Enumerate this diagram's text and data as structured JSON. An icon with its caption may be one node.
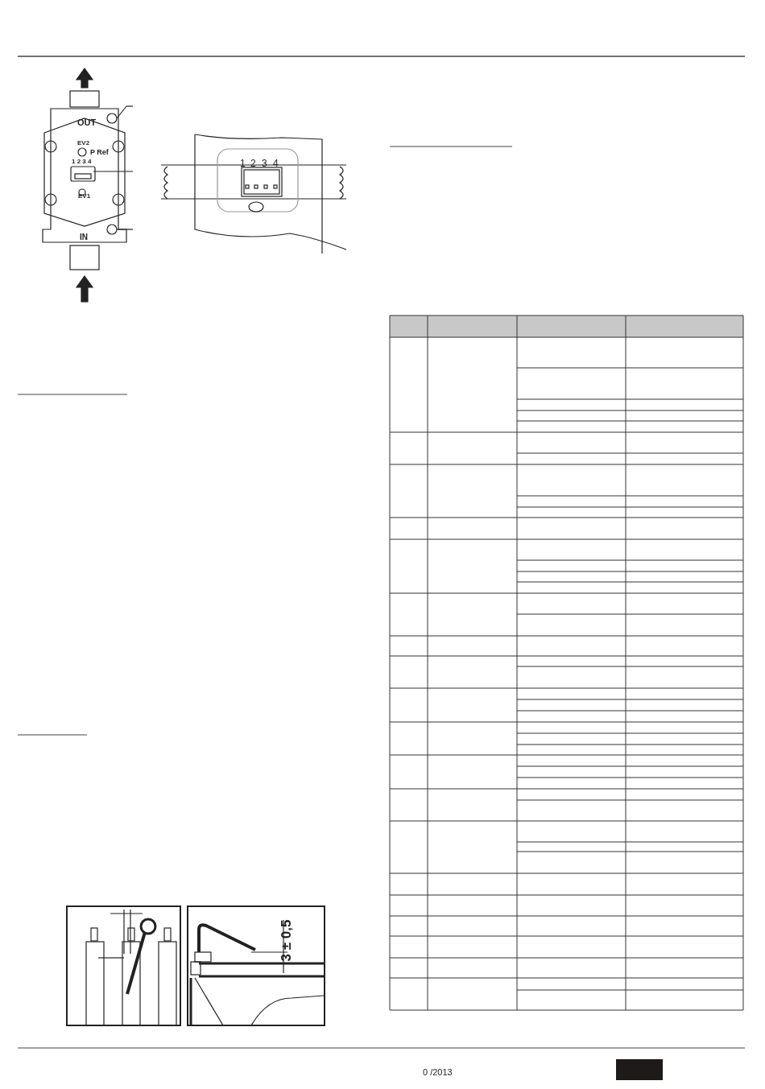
{
  "diagram": {
    "labels": [
      "OUT",
      "EV2",
      "P Ref",
      "1 2 3 4",
      "EV1",
      "IN",
      "1",
      "2",
      "3",
      "4",
      "3 ± 0,5",
      "0 /2013"
    ]
  }
}
